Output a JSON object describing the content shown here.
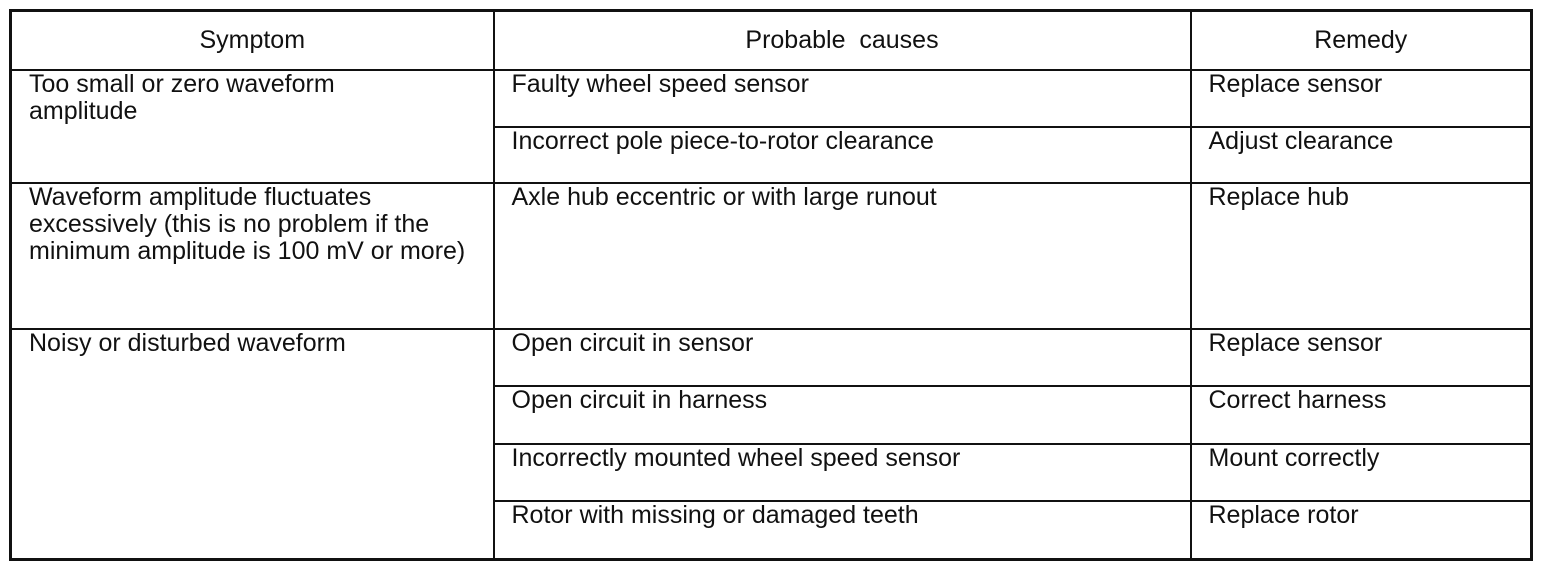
{
  "table": {
    "headers": {
      "symptom": "Symptom",
      "causes": "Probable  causes",
      "remedy": "Remedy"
    },
    "rows": [
      {
        "symptom": "Too small or zero waveform amplitude",
        "items": [
          {
            "cause": "Faulty wheel speed sensor",
            "remedy": "Replace sensor"
          },
          {
            "cause": "Incorrect pole piece-to-rotor clearance",
            "remedy": "Adjust clearance"
          }
        ]
      },
      {
        "symptom": "Waveform amplitude fluctuates excessively (this is no problem if the minimum amplitude is 100 mV or more)",
        "items": [
          {
            "cause": "Axle hub eccentric or with large runout",
            "remedy": "Replace hub"
          }
        ]
      },
      {
        "symptom": "Noisy or disturbed waveform",
        "items": [
          {
            "cause": "Open circuit in sensor",
            "remedy": "Replace sensor"
          },
          {
            "cause": "Open circuit in harness",
            "remedy": "Correct harness"
          },
          {
            "cause": "Incorrectly mounted wheel speed sensor",
            "remedy": "Mount correctly"
          },
          {
            "cause": "Rotor with missing or damaged teeth",
            "remedy": "Replace rotor"
          }
        ]
      }
    ]
  }
}
